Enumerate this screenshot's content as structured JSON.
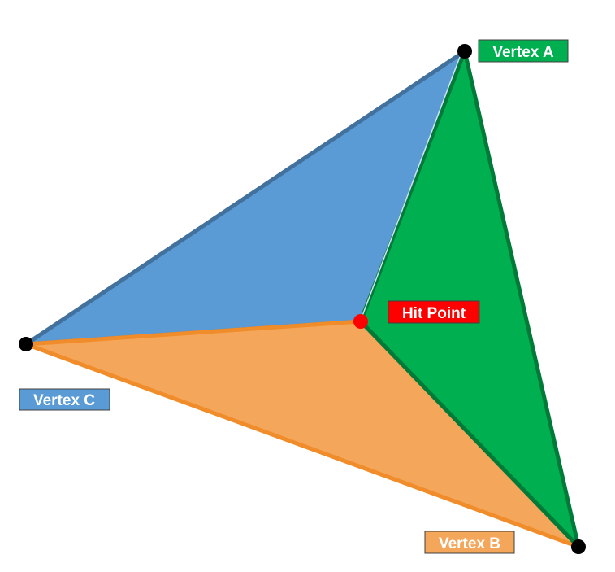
{
  "diagram": {
    "vertices": [
      {
        "id": "A",
        "label": "Vertex A",
        "color": "#00B050"
      },
      {
        "id": "B",
        "label": "Vertex B",
        "color": "#F4A65A"
      },
      {
        "id": "C",
        "label": "Vertex C",
        "color": "#5B9BD5"
      }
    ],
    "hit_point": {
      "label": "Hit Point",
      "color": "#FF0000"
    },
    "regions": {
      "blue": {
        "fill": "#5B9BD5",
        "stroke": "#41719C"
      },
      "green": {
        "fill": "#00B050",
        "stroke": "#007A38"
      },
      "orange": {
        "fill": "#F4A65A",
        "stroke": "#F08C2A"
      }
    },
    "vertex_marker_color": "#000000"
  }
}
